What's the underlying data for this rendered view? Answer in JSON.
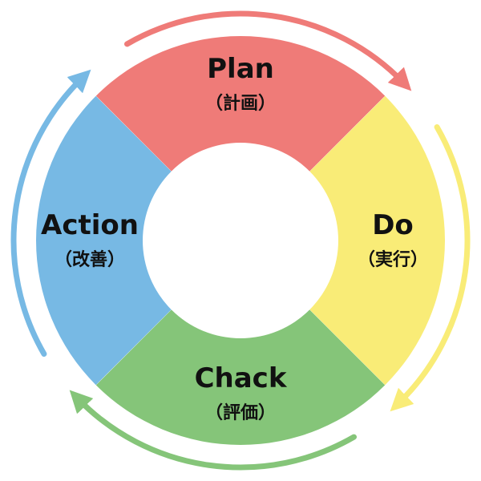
{
  "segments": [
    {
      "id": "plan",
      "title": "Plan",
      "subtitle": "（計画）",
      "color": "#EF7B78",
      "arrow_color": "#EF7B78"
    },
    {
      "id": "do",
      "title": "Do",
      "subtitle": "（実行）",
      "color": "#F9EC77",
      "arrow_color": "#F9EC77"
    },
    {
      "id": "chack",
      "title": "Chack",
      "subtitle": "（評価）",
      "color": "#85C579",
      "arrow_color": "#85C579"
    },
    {
      "id": "action",
      "title": "Action",
      "subtitle": "（改善）",
      "color": "#77B9E4",
      "arrow_color": "#77B9E4"
    }
  ],
  "center_color": "#FFFFFF"
}
